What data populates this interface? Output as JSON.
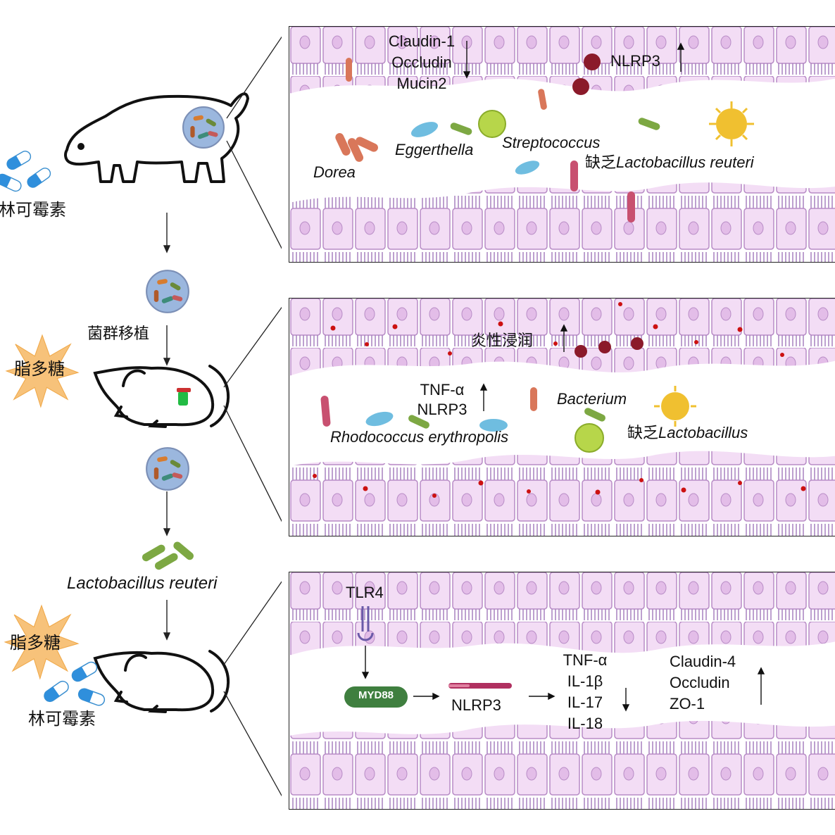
{
  "left": {
    "drug_top": "林可霉素",
    "transplant": "菌群移植",
    "lps_mid": "脂多糖",
    "lacto": "Lactobacillus reuteri",
    "lps_bottom": "脂多糖",
    "drug_bottom": "林可霉素"
  },
  "panel1": {
    "tj_lines": [
      "Claudin-1",
      "Occludin",
      "Mucin2"
    ],
    "nlrp3": "NLRP3",
    "dorea": "Dorea",
    "eggerthella": "Eggerthella",
    "strepto": "Streptococcus",
    "lack_cn": "缺乏",
    "lack_sp": "Lactobacillus reuteri"
  },
  "panel2": {
    "inflam": "炎性浸润",
    "cytos": [
      "TNF-α",
      "NLRP3"
    ],
    "bacterium": "Bacterium",
    "rhodo": "Rhodococcus erythropolis",
    "lack_cn": "缺乏",
    "lack_sp": "Lactobacillus"
  },
  "panel3": {
    "tlr4": "TLR4",
    "myd88": "MYD88",
    "nlrp3": "NLRP3",
    "cytos": [
      "TNF-α",
      "IL-1β",
      "IL-17",
      "IL-18"
    ],
    "tj": [
      "Claudin-4",
      "Occludin",
      "ZO-1"
    ]
  },
  "colors": {
    "cell_fill": "#f3ddf5",
    "cell_border": "#b88cc6",
    "villi": "#a77fbf",
    "red_dot": "#cc1111",
    "dark_red": "#8b1a2a",
    "bacteria_orange": "#d9775a",
    "bacteria_blue": "#6fbde0",
    "bacteria_green": "#7da843",
    "virus_yellow": "#f0c030",
    "myd88_green": "#3f7f3f"
  }
}
